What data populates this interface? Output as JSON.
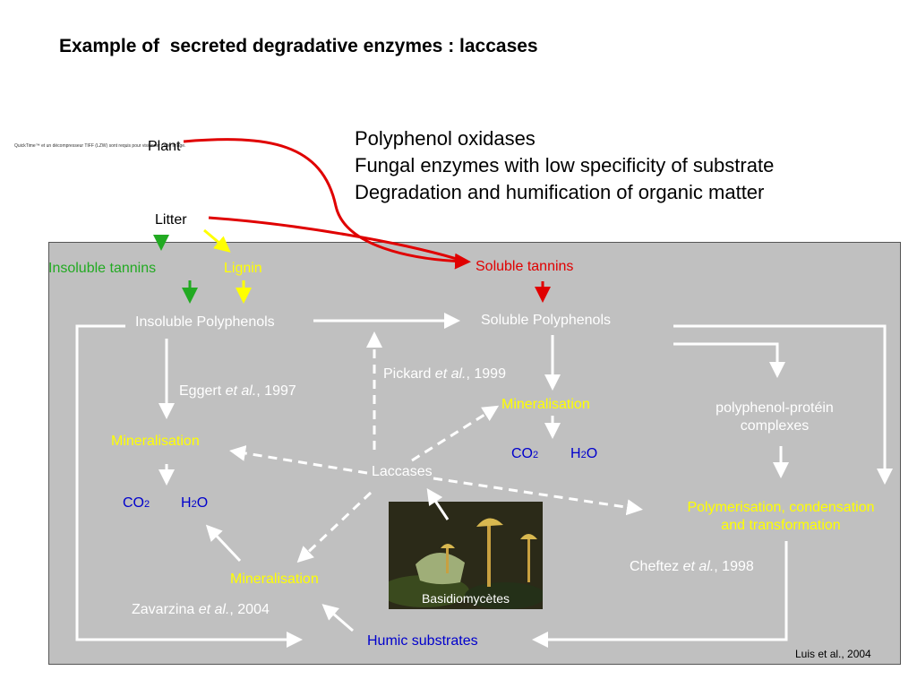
{
  "title": "Example of  secreted degradative enzymes : laccases",
  "description": [
    "Polyphenol oxidases",
    "Fungal enzymes with low specificity of substrate",
    "Degradation and humification of organic matter"
  ],
  "placeholder_text": "QuickTime™ et un décompresseur TIFF (LZW) sont requis pour visionner cette image.",
  "nodes": {
    "plant": "Plant",
    "litter": "Litter",
    "insoluble_tannins": "Insoluble tannins",
    "lignin": "Lignin",
    "soluble_tannins": "Soluble tannins",
    "insoluble_polyphenols": "Insoluble Polyphenols",
    "soluble_polyphenols": "Soluble Polyphenols",
    "mineralisation_left": "Mineralisation",
    "mineralisation_center": "Mineralisation",
    "mineralisation_bottom": "Mineralisation",
    "co2_left": "CO",
    "h2o_left": "H",
    "co2_center": "CO",
    "h2o_center": "H",
    "laccases": "Laccases",
    "complexes_line1": "polyphenol-protéin",
    "complexes_line2": "complexes",
    "polymerisation_line1": "Polymerisation, condensation",
    "polymerisation_line2": "and transformation",
    "humic_substrates": "Humic substrates",
    "photo_caption": "Basidiomycètes"
  },
  "formula_parts": {
    "sub2": "2",
    "o": "O"
  },
  "citations": {
    "eggert": {
      "author": "Eggert ",
      "etal": "et al.",
      "year": ", 1997"
    },
    "pickard": {
      "author": "Pickard ",
      "etal": "et al.",
      "year": ", 1999"
    },
    "cheftez": {
      "author": "Cheftez ",
      "etal": "et al.",
      "year": ", 1998"
    },
    "zavarzina": {
      "author": "Zavarzina ",
      "etal": "et al.",
      "year": ", 2004"
    }
  },
  "source_note": "Luis et al., 2004",
  "colors": {
    "red": "#e00000",
    "green": "#22aa22",
    "yellow": "#ffff00",
    "white": "#ffffff",
    "blue": "#0000cc",
    "panel": "#c0c0c0"
  }
}
